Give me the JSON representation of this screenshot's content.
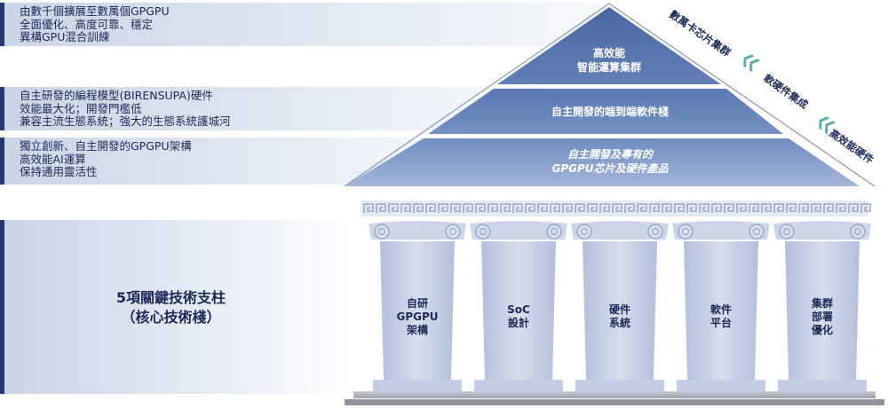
{
  "bands": [
    {
      "lines": [
        "由數千個擴展至數萬個GPGPU",
        "全面優化、高度可靠、穩定",
        "異構GPU混合訓練"
      ]
    },
    {
      "lines": [
        "自主研發的編程模型(BIRENSUPA)硬件",
        "效能最大化；開發門檻低",
        "兼容主流生態系統；強大的生態系統護城河"
      ]
    },
    {
      "lines": [
        "獨立創新、自主開發的GPGPU架構",
        "高效能AI運算",
        "保持通用靈活性"
      ]
    }
  ],
  "pyramid": {
    "top": {
      "line1": "高效能",
      "line2": "智能運算集群"
    },
    "middle": {
      "line1": "自主開發的端到端軟件棧"
    },
    "bottom": {
      "line1": "自主開發及專有的",
      "line2": "GPGPU芯片及硬件產品"
    }
  },
  "side": {
    "label1": "數萬卡芯片集群",
    "label2": "軟硬件集成",
    "label3": "高效能硬件"
  },
  "pillars": {
    "title_line1": "5項關鍵技術支柱",
    "title_line2": "（核心技術棧）",
    "columns": [
      {
        "lines": [
          "自研",
          "GPGPU",
          "架構"
        ]
      },
      {
        "lines": [
          "SoC",
          "設計"
        ]
      },
      {
        "lines": [
          "硬件",
          "系統"
        ]
      },
      {
        "lines": [
          "軟件",
          "平台"
        ]
      },
      {
        "lines": [
          "集群",
          "部署",
          "優化"
        ]
      }
    ]
  },
  "colors": {
    "navy": "#26376f",
    "pyramid_top": "#5572a8",
    "pyramid_bottom": "#8aa2c9",
    "chevron": "#5fa9a4",
    "column": "#c3cde3"
  }
}
